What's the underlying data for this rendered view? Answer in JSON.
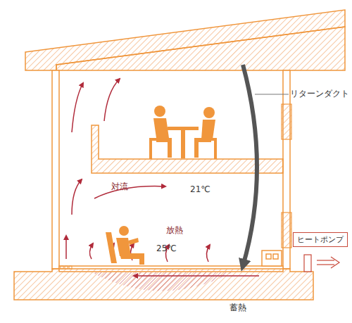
{
  "diagram": {
    "nodes": [
      {
        "text": [
          "ヒートポンプ"
        ]
      }
    ],
    "labels": [
      "リターンダクト",
      "対流",
      "21℃",
      "放熱",
      "25℃",
      "蓄熱"
    ]
  }
}
